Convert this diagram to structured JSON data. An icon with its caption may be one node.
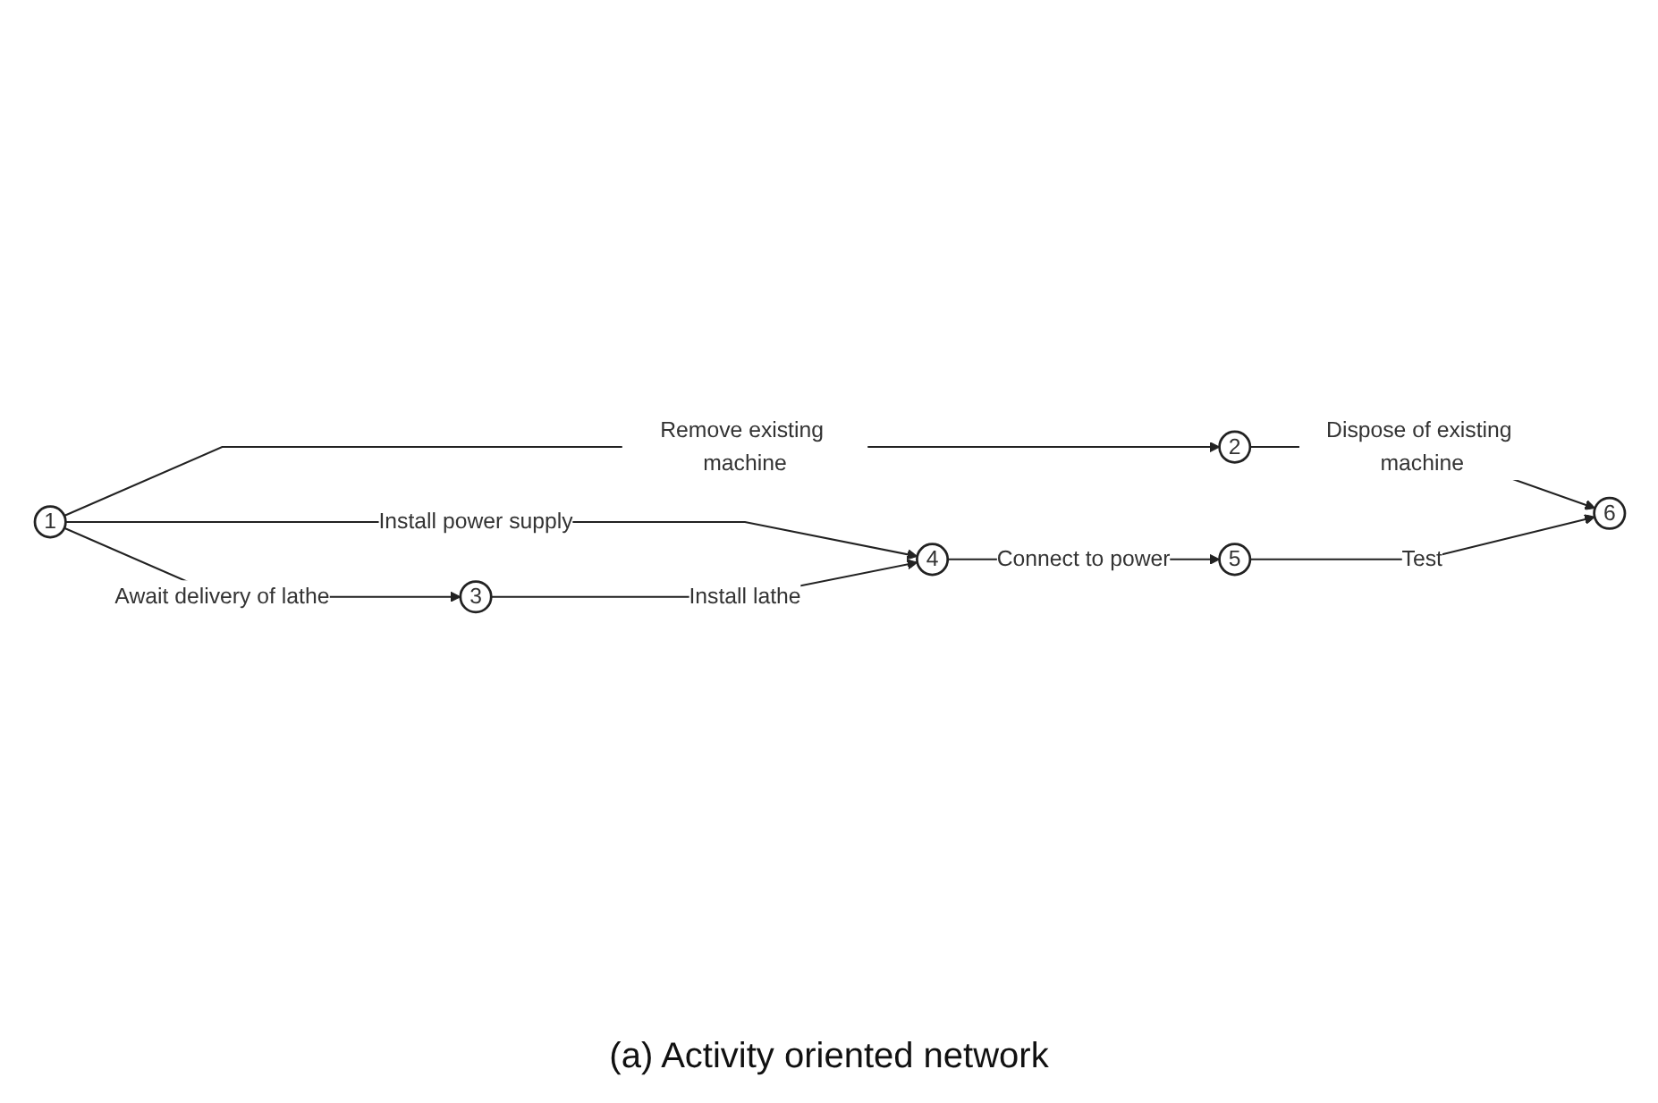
{
  "diagram": {
    "caption": "(a) Activity oriented network",
    "nodes": [
      {
        "text": [
          "1"
        ]
      },
      {
        "text": [
          "2"
        ]
      },
      {
        "text": [
          "3"
        ]
      },
      {
        "text": [
          "4"
        ]
      },
      {
        "text": [
          "5"
        ]
      },
      {
        "text": [
          "6"
        ]
      }
    ],
    "edges": [
      {
        "from": 0,
        "to": 1,
        "arrow": "to",
        "label": "Remove existing machine"
      },
      {
        "from": 1,
        "to": 5,
        "arrow": "to",
        "label": "Dispose of existing machine"
      },
      {
        "from": 0,
        "to": 3,
        "arrow": "to",
        "label": "Install power supply"
      },
      {
        "from": 0,
        "to": 2,
        "arrow": "to",
        "label": "Await delivery of lathe"
      },
      {
        "from": 2,
        "to": 3,
        "arrow": "to",
        "label": "Install lathe"
      },
      {
        "from": 3,
        "to": 4,
        "arrow": "to",
        "label": "Connect to power"
      },
      {
        "from": 4,
        "to": 5,
        "arrow": "to",
        "label": "Test"
      }
    ]
  }
}
